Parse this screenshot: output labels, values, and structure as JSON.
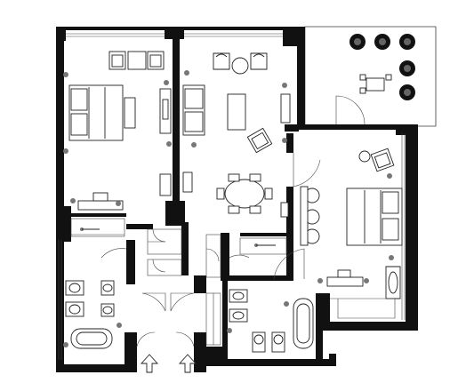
{
  "plan": {
    "rooms": [
      "bedroom",
      "living-room",
      "second-bedroom",
      "bathroom",
      "second-bathroom",
      "terrace",
      "entrance"
    ],
    "icons": {
      "tree": "tree-icon",
      "entry": "entry-arrow-icon"
    },
    "colors": {
      "wall": "#111111",
      "line": "#222222",
      "background": "#ffffff",
      "fixture_dot": "#777777"
    }
  }
}
